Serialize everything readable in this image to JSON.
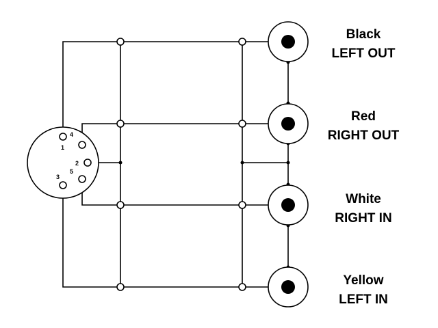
{
  "connector": {
    "pins": [
      {
        "id": "1",
        "label": "1"
      },
      {
        "id": "2",
        "label": "2"
      },
      {
        "id": "3",
        "label": "3"
      },
      {
        "id": "4",
        "label": "4"
      },
      {
        "id": "5",
        "label": "5"
      }
    ]
  },
  "jacks": [
    {
      "id": "black",
      "color_name": "Black",
      "function": "LEFT OUT"
    },
    {
      "id": "red",
      "color_name": "Red",
      "function": "RIGHT OUT"
    },
    {
      "id": "white",
      "color_name": "White",
      "function": "RIGHT IN"
    },
    {
      "id": "yellow",
      "color_name": "Yellow",
      "function": "LEFT IN"
    }
  ],
  "colors": {
    "line": "#000000",
    "background": "#ffffff"
  }
}
